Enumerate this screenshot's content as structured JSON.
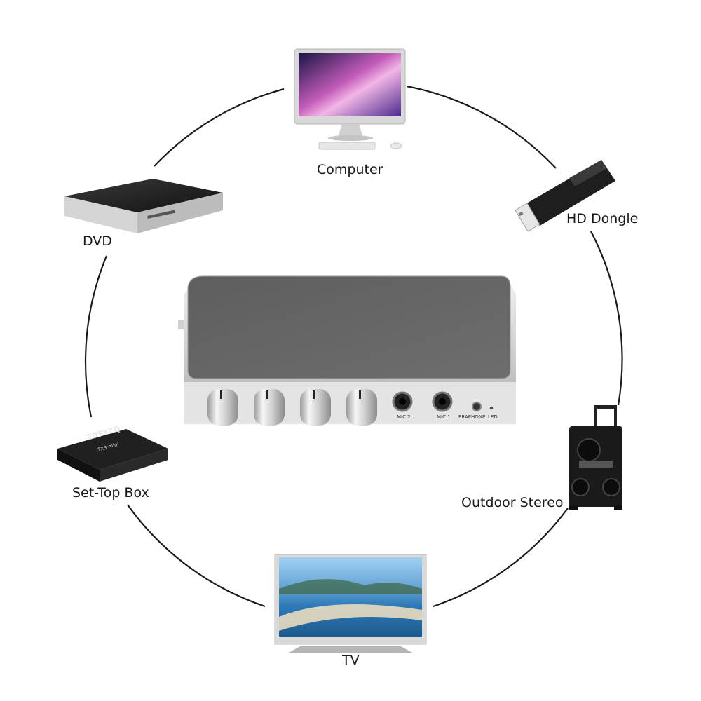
{
  "devices": {
    "computer": {
      "label": "Computer"
    },
    "hd_dongle": {
      "label": "HD Dongle"
    },
    "dvd": {
      "label": "DVD"
    },
    "set_top_box": {
      "label": "Set-Top Box",
      "brand": "ZBFYZQ",
      "model": "TX3 mini"
    },
    "outdoor_stereo": {
      "label": "Outdoor Stereo"
    },
    "tv": {
      "label": "TV"
    }
  },
  "mixer": {
    "ports": {
      "mic2": "MIC 2",
      "mic1": "MIC 1",
      "earphone": "ERAPHONE",
      "led": "LED"
    }
  }
}
